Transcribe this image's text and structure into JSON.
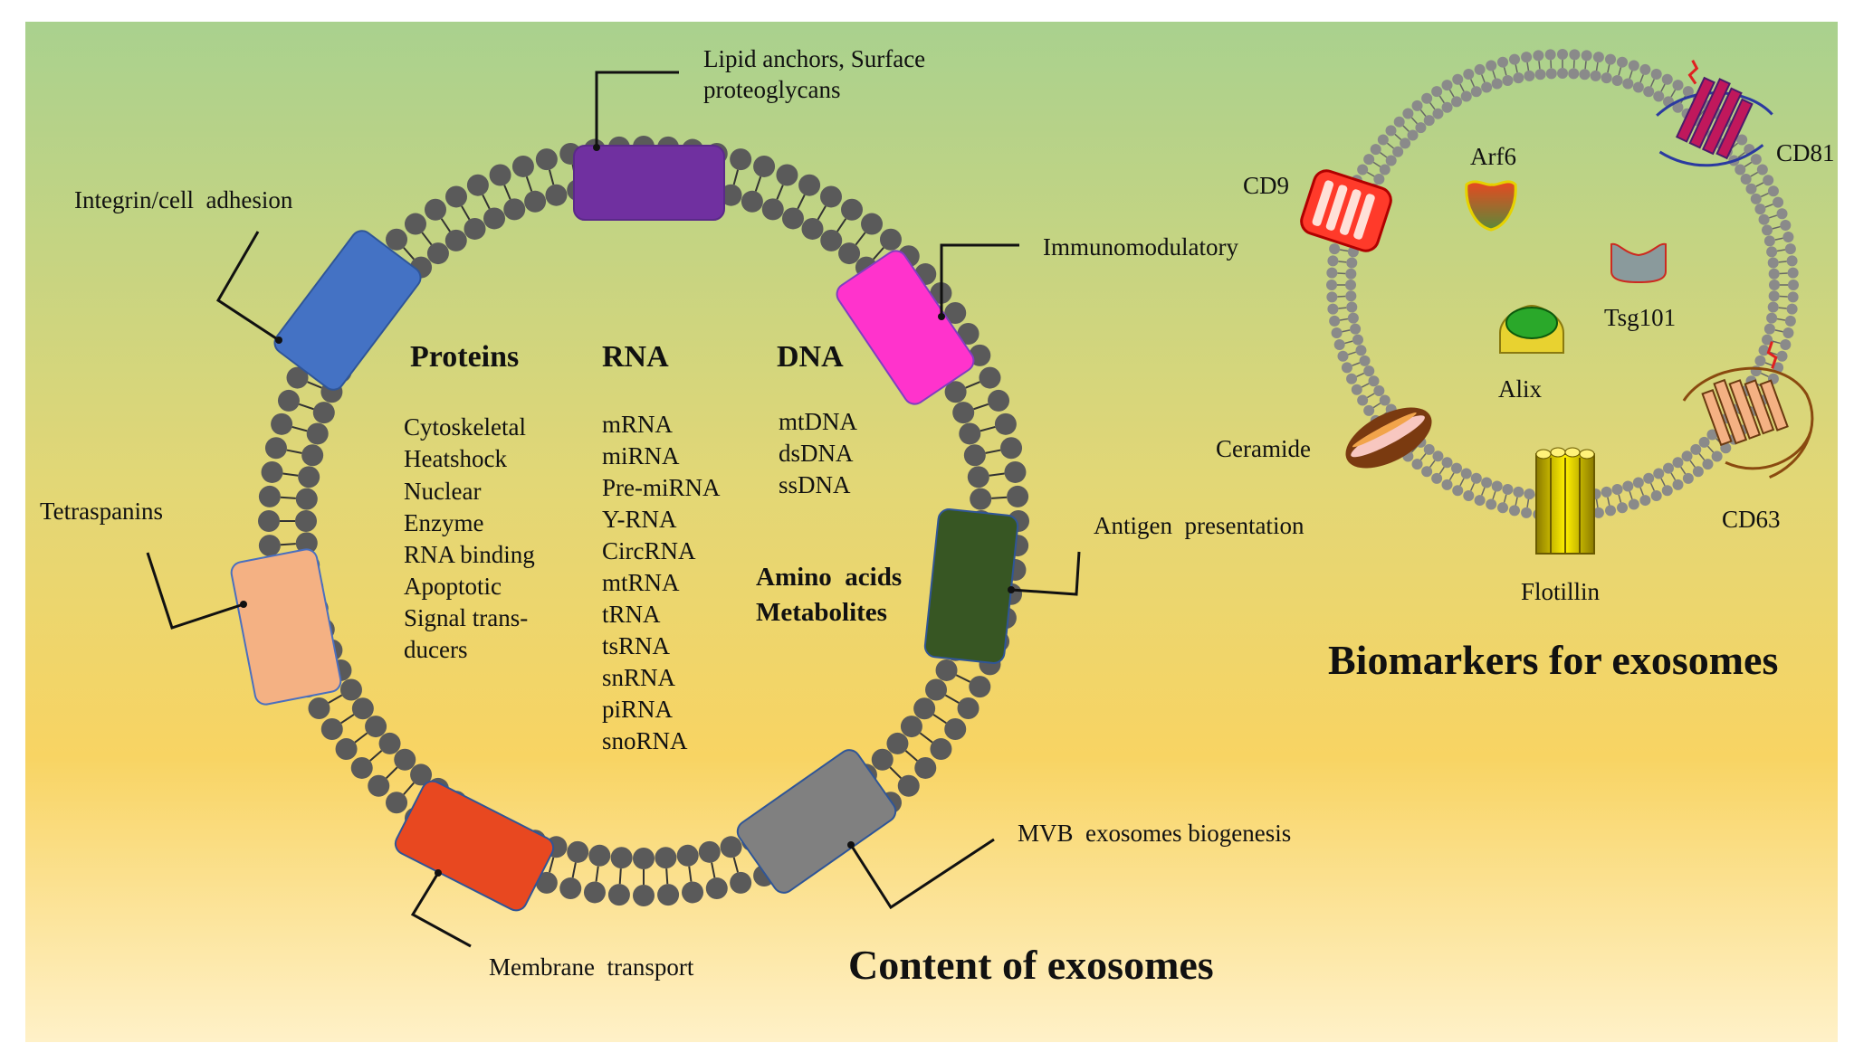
{
  "left_panel": {
    "title": "Content of exosomes",
    "callouts": {
      "lipid": "Lipid anchors, Surface",
      "lipid_2": "proteoglycans",
      "integrin": "Integrin/cell  adhesion",
      "immuno": "Immunomodulatory",
      "tetra": "Tetraspanins",
      "antigen": "Antigen  presentation",
      "mvb": "MVB  exosomes biogenesis",
      "membrane": "Membrane  transport"
    },
    "columns": [
      {
        "heading": "Proteins",
        "items": [
          "Cytoskeletal",
          "Heatshock",
          "Nuclear",
          "Enzyme",
          "RNA binding",
          "Apoptotic",
          "Signal trans-",
          "ducers"
        ]
      },
      {
        "heading": "RNA",
        "items": [
          "mRNA",
          "miRNA",
          "Pre-miRNA",
          "Y-RNA",
          "CircRNA",
          "mtRNA",
          "tRNA",
          "tsRNA",
          "snRNA",
          "piRNA",
          "snoRNA"
        ]
      },
      {
        "heading": "DNA",
        "items": [
          "mtDNA",
          "dsDNA",
          "ssDNA"
        ]
      }
    ],
    "extra": [
      "Amino  acids",
      "Metabolites"
    ]
  },
  "right_panel": {
    "title": "Biomarkers for exosomes",
    "labels": {
      "arf6": "Arf6",
      "cd81": "CD81",
      "cd9": "CD9",
      "tsg101": "Tsg101",
      "alix": "Alix",
      "ceramide": "Ceramide",
      "cd63": "CD63",
      "flotillin": "Flotillin"
    }
  },
  "colors": {
    "lipid_block": "#7030a0",
    "integrin_block": "#4472c4",
    "immuno_block": "#ff33cc",
    "tetra_block": "#f4b183",
    "antigen_block": "#375623",
    "mvb_block": "#808080",
    "membrane_block": "#e84820",
    "bg_top": "#a9d18e",
    "bg_mid": "#f6d66a",
    "bg_bottom": "#fff2cc"
  }
}
